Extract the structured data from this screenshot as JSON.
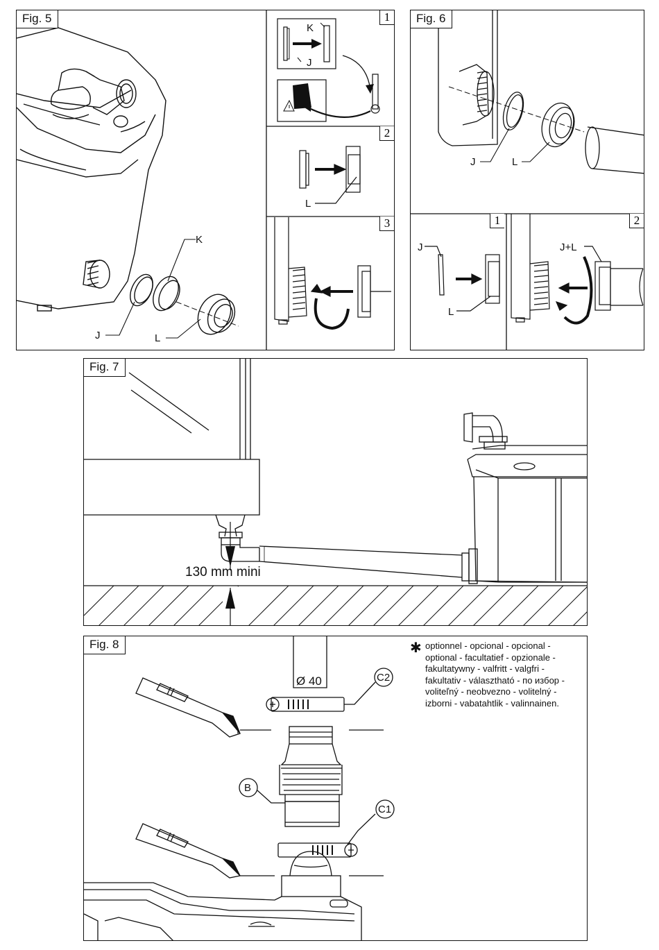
{
  "fig5": {
    "title": "Fig. 5",
    "labels": {
      "j": "J",
      "k": "K",
      "l": "L"
    },
    "steps": [
      "1",
      "2",
      "3"
    ],
    "step1_labels": {
      "k": "K",
      "j": "J"
    },
    "step2_labels": {
      "l": "L"
    }
  },
  "fig6": {
    "title": "Fig. 6",
    "labels": {
      "j": "J",
      "l": "L"
    },
    "steps": [
      "1",
      "2"
    ],
    "step1_labels": {
      "j": "J",
      "l": "L"
    },
    "step2_labels": {
      "jl": "J+L"
    }
  },
  "fig7": {
    "title": "Fig. 7",
    "dimension": "130 mm mini"
  },
  "fig8": {
    "title": "Fig. 8",
    "pipe_diameter": "Ø 40",
    "labels": {
      "b": "B",
      "c1": "C1",
      "c2": "C2"
    },
    "optional_mark": "✱",
    "optional_note": "optionnel - opcional - opcional -\noptional - facultatief - opzionale -\nfakultatywny - valfritt - valgfri -\nfakultativ - választható - по избор -\nvoliteľný - neobvezno - volitelný -\nizborni - vabatahtlik - valinnainen."
  }
}
